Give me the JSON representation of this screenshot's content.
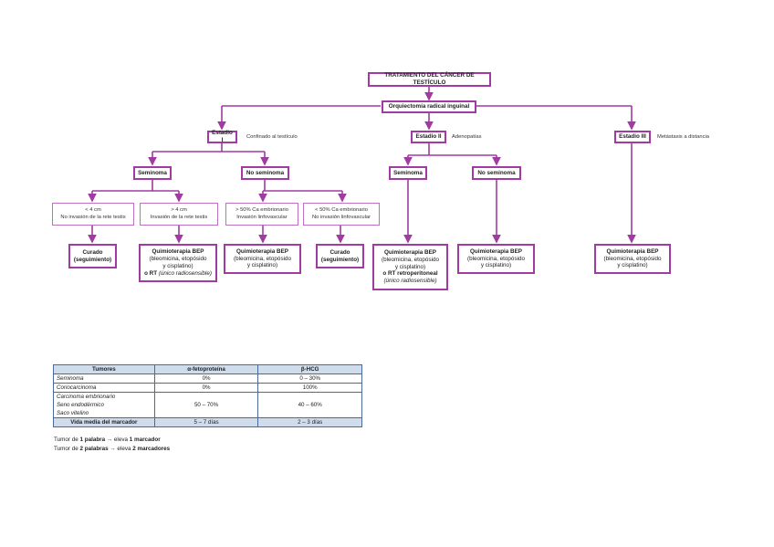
{
  "flowchart": {
    "title": "TRATAMIENTO DEL CÁNCER DE TESTÍCULO",
    "surgery": "Orquiectomía radical inguinal",
    "stage1": {
      "label": "Estadio I",
      "note": "Confinado al testículo"
    },
    "stage2": {
      "label": "Estadio II",
      "note": "Adenopatías"
    },
    "stage3": {
      "label": "Estadio III",
      "note": "Metástasis a distancia"
    },
    "seminoma": "Seminoma",
    "no_seminoma": "No seminoma",
    "lt4_line1": "< 4 cm",
    "lt4_line2": "No invasión de la rete testis",
    "gt4_line1": "> 4 cm",
    "gt4_line2": "Invasión de la rete testis",
    "gt50_line1": "> 50% Ca embrionario",
    "gt50_line2": "Invasión linfovascular",
    "lt50_line1": "< 50% Ca embrionario",
    "lt50_line2": "No invasión linfovascular",
    "cured_line1": "Curado",
    "cured_line2": "(seguimiento)",
    "bep_title": "Quimioterapia BEP",
    "bep_line1": "(bleomicina, etopósido",
    "bep_line2": "y cisplatino)",
    "rt_prefix": "o RT",
    "rt_note": "(único radiosensible)",
    "rt_retro": "o RT retroperitoneal"
  },
  "table": {
    "headers": [
      "Tumores",
      "α-fetoproteína",
      "β-HCG"
    ],
    "rows": [
      {
        "tumor": "Seminoma",
        "afp": "0%",
        "hcg": "0 – 30%"
      },
      {
        "tumor": "Coriocarcinoma",
        "afp": "0%",
        "hcg": "100%"
      }
    ],
    "group": {
      "tumors": [
        "Carcinoma embrionario",
        "Seno endodérmico",
        "Saco vitelino"
      ],
      "afp": "50 – 70%",
      "hcg": "40 – 60%"
    },
    "footer": {
      "label": "Vida media del marcador",
      "afp": "5 – 7 días",
      "hcg": "2 – 3 días"
    }
  },
  "footnotes": [
    {
      "a": "Tumor de ",
      "b": "1 palabra",
      "c": " → eleva ",
      "d": "1 marcador"
    },
    {
      "a": "Tumor de ",
      "b": "2 palabras",
      "c": " → eleva ",
      "d": "2 marcadores"
    }
  ]
}
